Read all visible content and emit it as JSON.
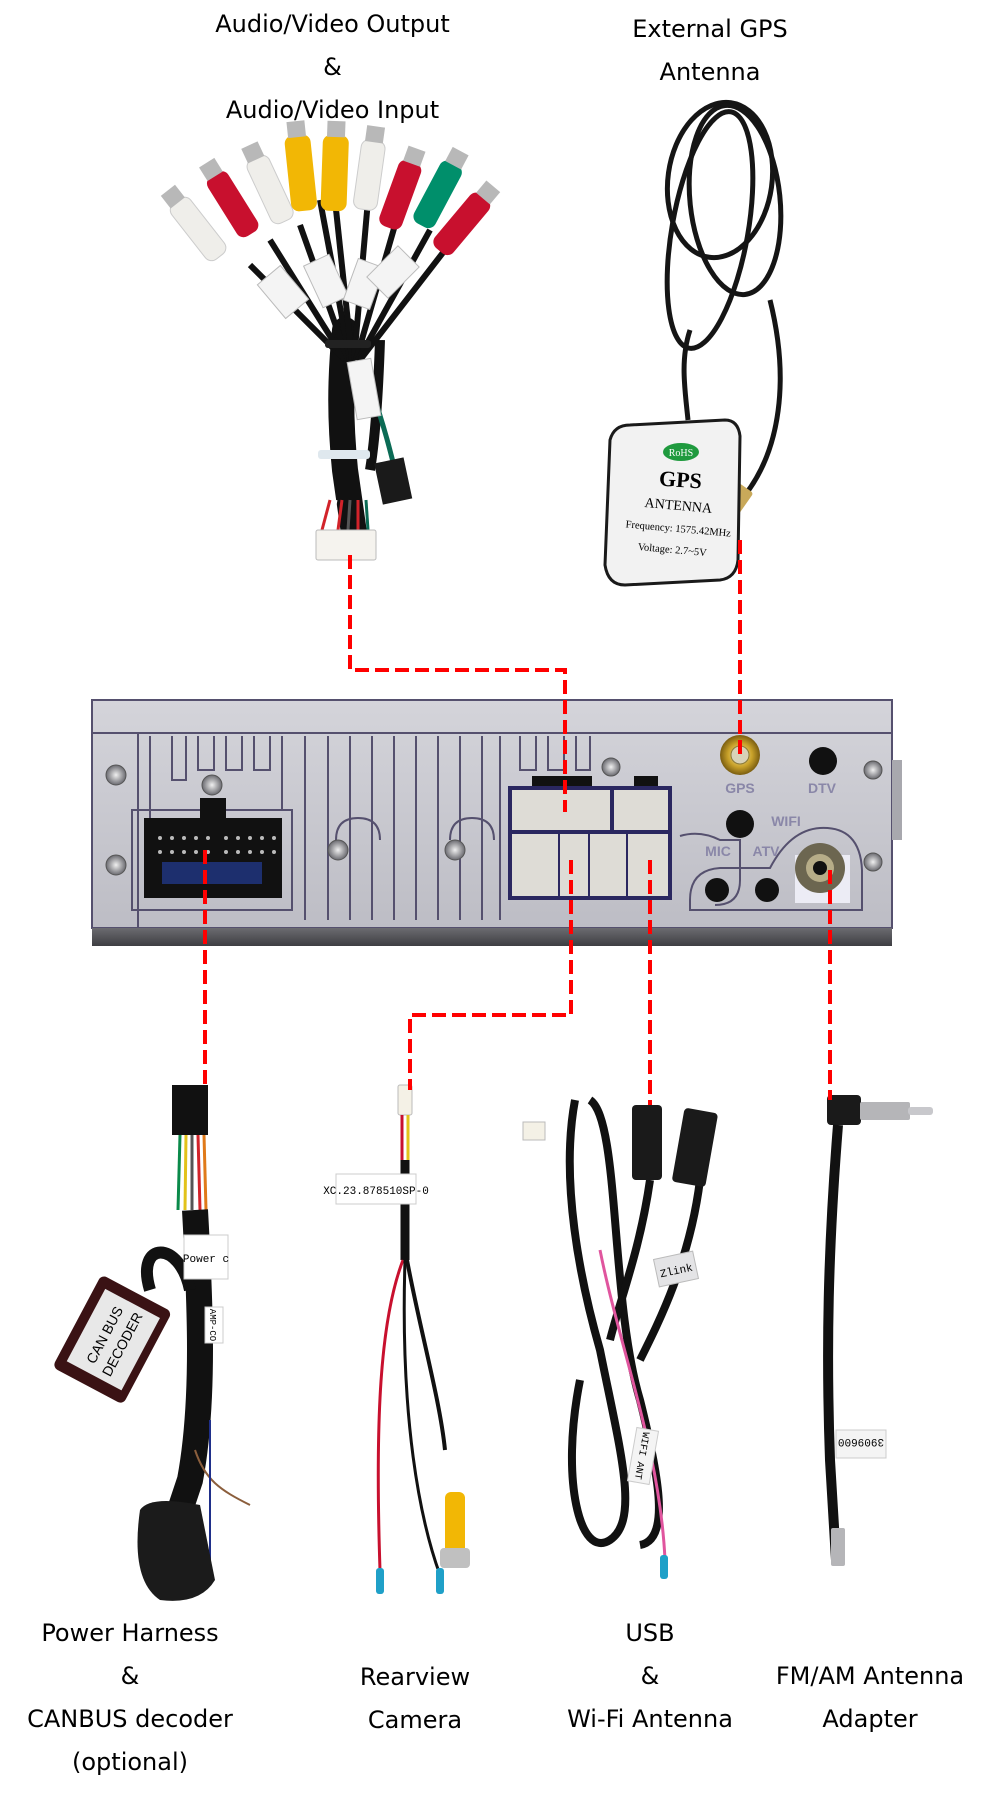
{
  "title": "Car Head Unit Rear Connection Diagram",
  "labels": {
    "av": [
      "Audio/Video Output",
      "&",
      "Audio/Video Input"
    ],
    "gps": [
      "External GPS",
      "Antenna"
    ],
    "power": [
      "Power Harness",
      "&",
      "CANBUS decoder",
      "(optional)"
    ],
    "camera": [
      "Rearview",
      "Camera"
    ],
    "usb": [
      "USB",
      "&",
      "Wi-Fi Antenna"
    ],
    "fm": [
      "FM/AM Antenna",
      "Adapter"
    ]
  },
  "gps_antenna": {
    "badge": "RoHS",
    "title": "GPS",
    "subtitle": "ANTENNA",
    "frequency": "Frequency: 1575.42MHz",
    "voltage": "Voltage: 2.7~5V"
  },
  "head_unit": {
    "port_labels": {
      "gps": "GPS",
      "dtv": "DTV",
      "wifi": "WIFI",
      "mic": "MIC",
      "atv": "ATV"
    }
  },
  "cable_tags": {
    "camera": "XC.23.878510SP-0",
    "usb_zlink": "Zlink",
    "wifi": "WIFI ANT",
    "fm": "3909600",
    "canbus": [
      "CAN BUS",
      "DECODER"
    ],
    "power": "Power c",
    "amp": "AMP-CO"
  },
  "colors": {
    "connector_line": "#ff0000",
    "chassis": "#c9c9d0",
    "chassis_outline": "#55506e",
    "rca_white": "#efeeea",
    "rca_red": "#c8102e",
    "rca_yellow": "#f2b705",
    "rca_green": "#008f6b"
  }
}
